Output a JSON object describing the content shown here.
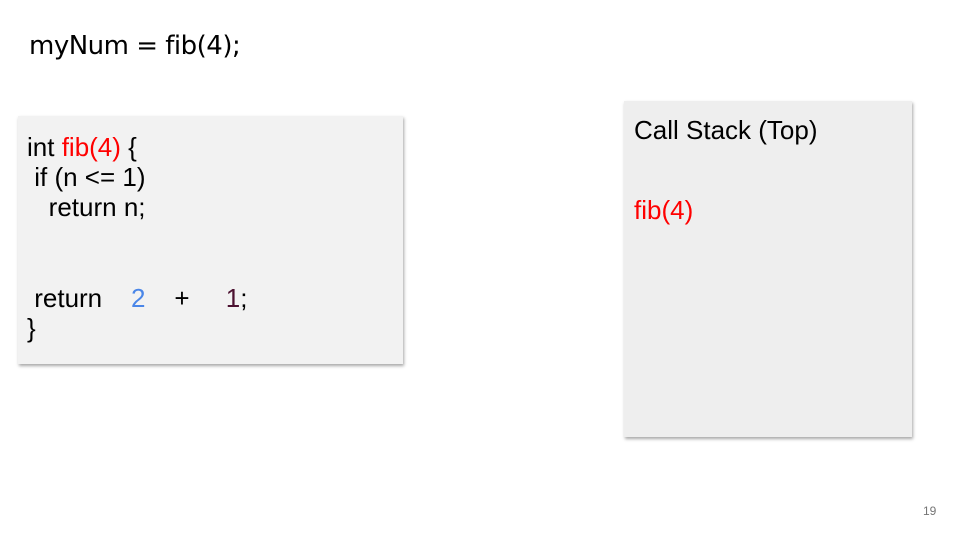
{
  "slide": {
    "call_statement": "myNum = fib(4);",
    "page_number": "19"
  },
  "code": {
    "line1": {
      "keyword": "int ",
      "call": "fib(4)",
      "rest": " {"
    },
    "line2": " if (n <= 1)",
    "line3": "   return n;",
    "line5": {
      "prefix": " return    ",
      "left_value": "2",
      "operator": "    +     ",
      "right_value": "1",
      "suffix": ";"
    },
    "line6": "}"
  },
  "call_stack": {
    "title": "Call Stack (Top)",
    "frames": [
      "fib(4)"
    ]
  },
  "colors": {
    "highlight_red": "#ff0000",
    "left_value_blue": "#4a86e8",
    "right_value_maroon": "#4c1130",
    "code_bg": "#f2f2f2",
    "stack_bg": "#eeeeee",
    "page_num": "#757575"
  }
}
